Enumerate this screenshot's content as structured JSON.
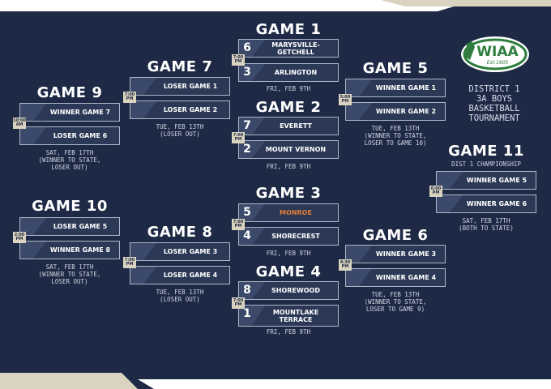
{
  "colors": {
    "background": "#1e2a45",
    "slot": "#2c3956",
    "highlight": "#e27d38",
    "beige": "#d9d3bf",
    "logo_green": "#2e7d3e"
  },
  "logo": {
    "text": "WIAA",
    "subtext": "Est.1905"
  },
  "event": {
    "line1": "DISTRICT 1",
    "line2": "3A BOYS",
    "line3": "BASKETBALL",
    "line4": "TOURNAMENT"
  },
  "games": {
    "g1": {
      "title": "GAME 1",
      "time": "7:00\nPM",
      "info": "FRI, FEB 9TH",
      "teams": [
        {
          "seed": "6",
          "name": "MARYSVILLE-\nGETCHELL"
        },
        {
          "seed": "3",
          "name": "ARLINGTON"
        }
      ]
    },
    "g2": {
      "title": "GAME 2",
      "time": "7:00\nPM",
      "info": "FRI, FEB 9TH",
      "teams": [
        {
          "seed": "7",
          "name": "EVERETT"
        },
        {
          "seed": "2",
          "name": "MOUNT VERNON"
        }
      ]
    },
    "g3": {
      "title": "GAME 3",
      "time": "7:00\nPM",
      "info": "FRI, FEB 9TH",
      "teams": [
        {
          "seed": "5",
          "name": "MONROE"
        },
        {
          "seed": "4",
          "name": "SHORECREST"
        }
      ]
    },
    "g4": {
      "title": "GAME 4",
      "time": "7:00\nPM",
      "info": "FRI, FEB 9TH",
      "teams": [
        {
          "seed": "8",
          "name": "SHOREWOOD"
        },
        {
          "seed": "1",
          "name": "MOUNTLAKE\nTERRACE"
        }
      ]
    },
    "g5": {
      "title": "GAME 5",
      "time": "5:00\nPM",
      "info": "TUE, FEB 13TH\n(WINNER TO STATE,\nLOSER TO GAME 10)",
      "teams": [
        {
          "name": "WINNER GAME 1"
        },
        {
          "name": "WINNER GAME 2"
        }
      ]
    },
    "g6": {
      "title": "GAME 6",
      "time": "4:30\nPM",
      "info": "TUE, FEB 13TH\n(WINNER TO STATE,\nLOSER TO GAME 9)",
      "teams": [
        {
          "name": "WINNER GAME 3"
        },
        {
          "name": "WINNER GAME 4"
        }
      ]
    },
    "g7": {
      "title": "GAME 7",
      "time": "7:00\nPM",
      "info": "TUE, FEB 13TH\n(LOSER OUT)",
      "teams": [
        {
          "name": "LOSER GAME 1"
        },
        {
          "name": "LOSER GAME 2"
        }
      ]
    },
    "g8": {
      "title": "GAME 8",
      "time": "7:00\nPM",
      "info": "TUE, FEB 13TH\n(LOSER OUT)",
      "teams": [
        {
          "name": "LOSER GAME 3"
        },
        {
          "name": "LOSER GAME 4"
        }
      ]
    },
    "g9": {
      "title": "GAME 9",
      "time": "10:00\nAM",
      "info": "SAT, FEB 17TH\n(WINNER TO STATE,\nLOSER OUT)",
      "teams": [
        {
          "name": "WINNER GAME 7"
        },
        {
          "name": "LOSER GAME 6"
        }
      ]
    },
    "g10": {
      "title": "GAME 10",
      "time": "2:00\nPM",
      "info": "SAT, FEB 17TH\n(WINNER TO STATE,\nLOSER OUT)",
      "teams": [
        {
          "name": "LOSER GAME 5"
        },
        {
          "name": "WINNER GAME 8"
        }
      ]
    },
    "g11": {
      "title": "GAME 11",
      "subtitle": "DIST 1 CHAMPIONSHIP",
      "time": "6:00\nPM",
      "info": "SAT, FEB 17TH\n(BOTH TO STATE)",
      "teams": [
        {
          "name": "WINNER GAME 5"
        },
        {
          "name": "WINNER GAME 6"
        }
      ]
    }
  }
}
